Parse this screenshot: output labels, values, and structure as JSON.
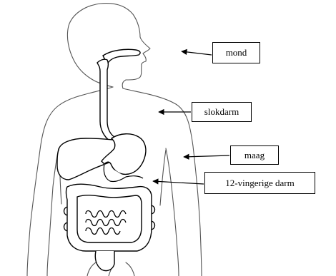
{
  "labels": {
    "mond": "mond",
    "slokdarm": "slokdarm",
    "maag": "maag",
    "twaalfvingerige_darm": "12-vingerige darm"
  },
  "colors": {
    "outline": "#000000",
    "organ_fill": "#ffffff",
    "background": "#ffffff"
  }
}
